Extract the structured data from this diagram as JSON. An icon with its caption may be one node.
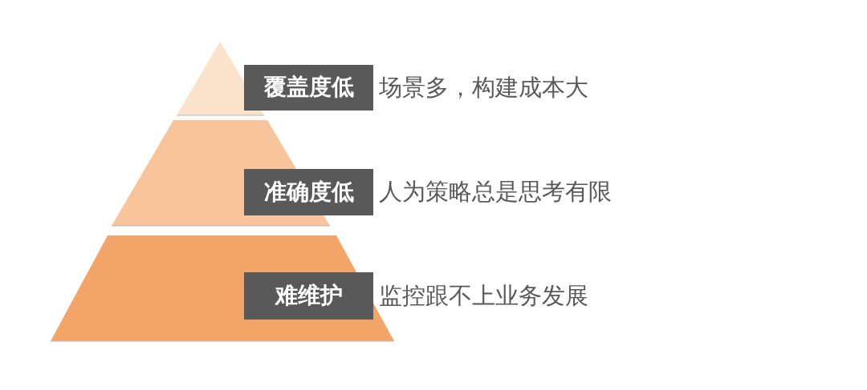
{
  "diagram": {
    "nodes": [
      {
        "text": [
          "覆盖度低"
        ],
        "beside": [
          "场景多，构建成本大"
        ]
      },
      {
        "text": [
          "准确度低"
        ],
        "beside": [
          "人为策略总是思考有限"
        ]
      },
      {
        "text": [
          "难维护"
        ],
        "beside": [
          "监控跟不上业务发展"
        ]
      }
    ]
  }
}
